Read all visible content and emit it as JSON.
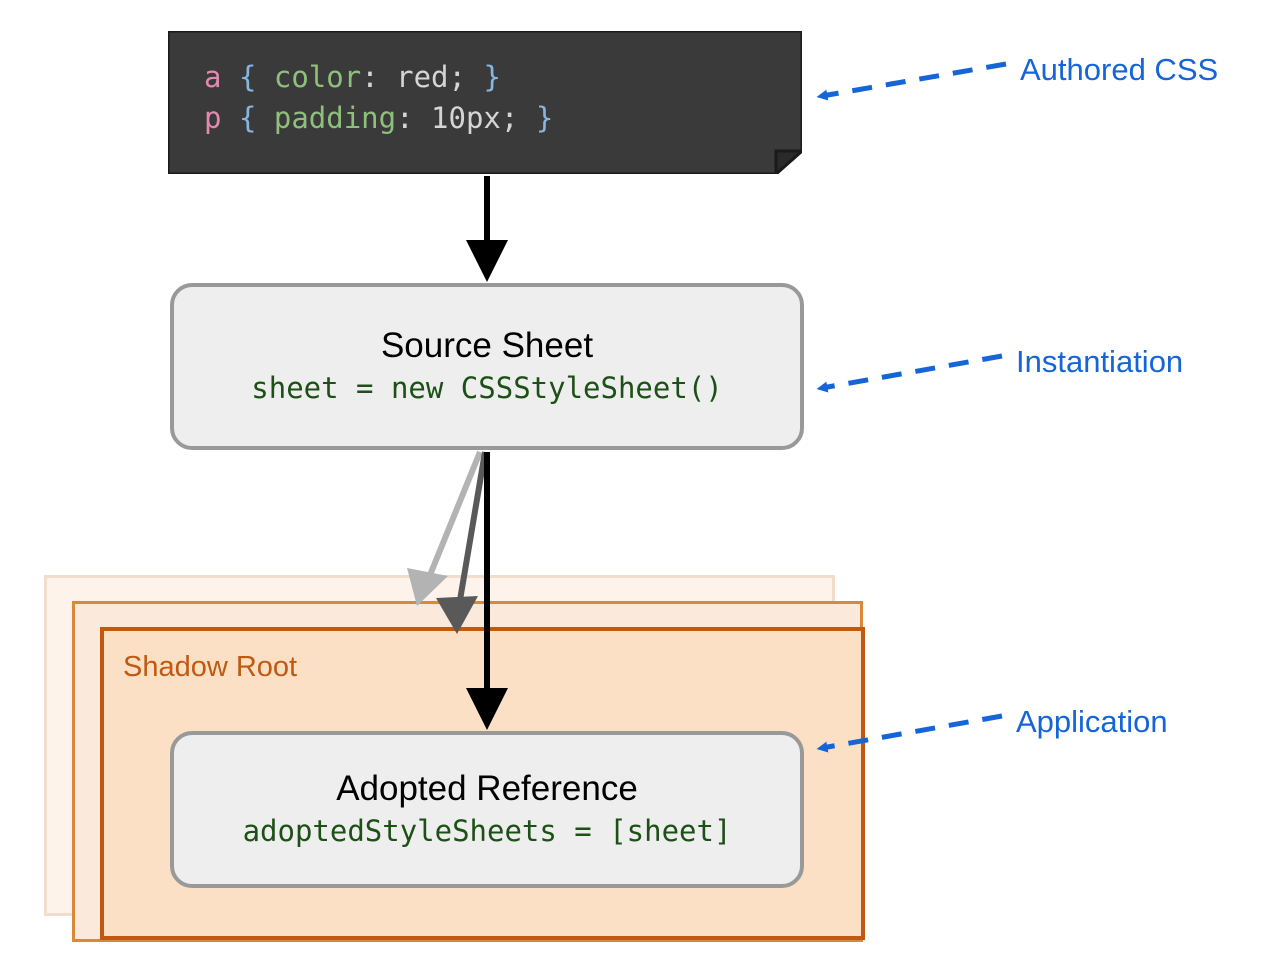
{
  "diagram": {
    "title": "Constructable Stylesheets adoption flow",
    "type": "flow-diagram",
    "colors": {
      "code_background": "#3a3a3a",
      "node_fill": "#eeeeee",
      "node_border": "#999999",
      "node_code_text": "#1d5016",
      "shadow_root_border": "#c05a10",
      "shadow_root_fill": "#fbe0c6",
      "shadow_root_label": "#c05a10",
      "annotation_blue": "#1565d8",
      "arrow_primary": "#000000",
      "arrow_secondary": "#595959",
      "arrow_tertiary": "#b3b3b3"
    }
  },
  "code_block": {
    "name": "authored-css-snippet",
    "lines": [
      {
        "selector": "a",
        "open_brace": "{",
        "property": "color",
        "colon": ":",
        "value": "red",
        "semicolon": ";",
        "close_brace": "}"
      },
      {
        "selector": "p",
        "open_brace": "{",
        "property": "padding",
        "colon": ":",
        "value": "10px",
        "semicolon": ";",
        "close_brace": "}"
      }
    ]
  },
  "nodes": [
    {
      "id": "source-sheet",
      "title": "Source Sheet",
      "code": "sheet = new CSSStyleSheet()"
    },
    {
      "id": "adopted-reference",
      "title": "Adopted Reference",
      "code": "adoptedStyleSheets = [sheet]"
    }
  ],
  "shadow_root": {
    "label": "Shadow Root",
    "layers": 3
  },
  "annotations": [
    {
      "id": "authored-css",
      "label": "Authored CSS"
    },
    {
      "id": "instantiation",
      "label": "Instantiation"
    },
    {
      "id": "application",
      "label": "Application"
    }
  ]
}
